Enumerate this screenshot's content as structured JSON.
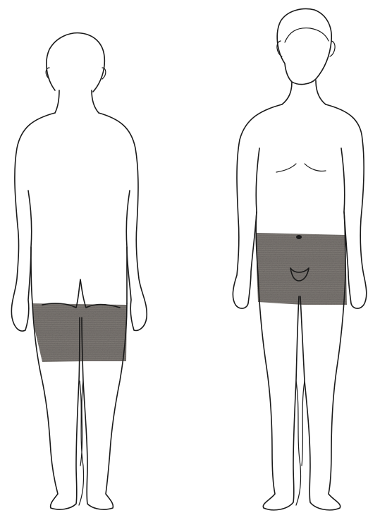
{
  "figure": {
    "views": [
      {
        "id": "posterior",
        "shaded_region": "buttocks-and-upper-thighs"
      },
      {
        "id": "anterior",
        "shaded_region": "lower-abdomen-groin-and-upper-thighs"
      }
    ],
    "colors": {
      "line": "#1a1a1a",
      "shading": "#6f6a66",
      "background": "#ffffff"
    }
  }
}
